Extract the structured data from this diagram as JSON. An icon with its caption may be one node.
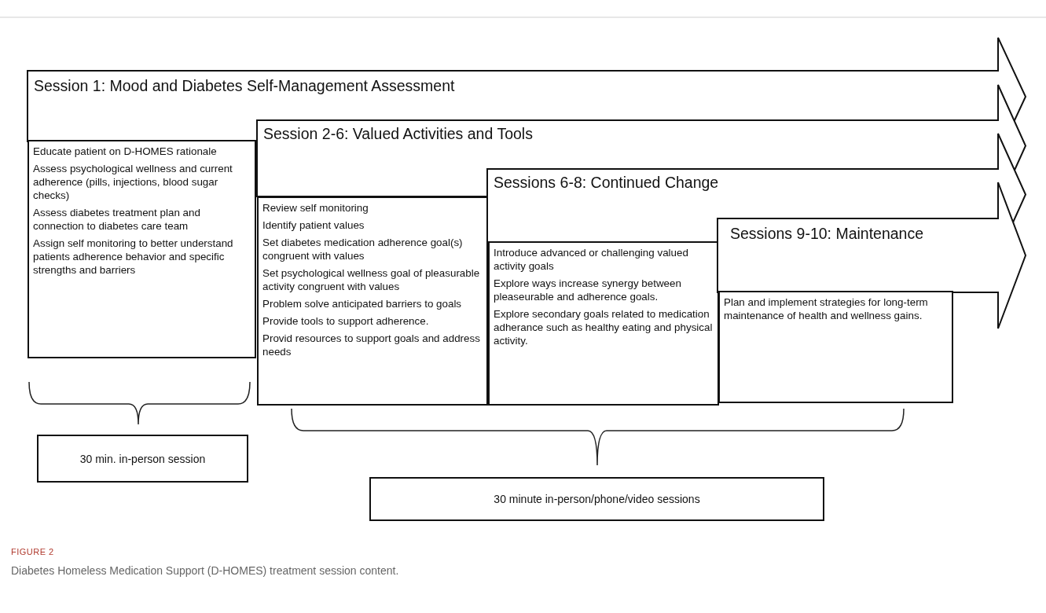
{
  "diagram": {
    "caption": "Diabetes Homeless Medication Support (D-HOMES) treatment session content.",
    "nodes": [
      {
        "text": [
          "Session 1: Mood and Diabetes Self-Management Assessment"
        ]
      },
      {
        "text": [
          "Educate patient on D-HOMES rationale",
          "Assess psychological wellness and current adherence (pills, injections, blood sugar checks)",
          "Assess diabetes treatment plan and connection to diabetes care team",
          "Assign self monitoring to better understand patients adherence behavior and specific strengths and barriers"
        ]
      },
      {
        "text": [
          "Session 2-6: Valued Activities and Tools"
        ]
      },
      {
        "text": [
          "Review self monitoring",
          "Identify patient values",
          "Set diabetes medication adherence goal(s) congruent with values",
          "Set psychological wellness goal of pleasurable activity congruent with values",
          "Problem solve anticipated barriers to goals",
          "Provide tools to support adherence.",
          "Provid resources to support goals and address needs"
        ]
      },
      {
        "text": [
          "Sessions 6-8: Continued Change"
        ]
      },
      {
        "text": [
          "Introduce advanced or challenging valued activity goals",
          "Explore ways increase synergy between pleaseurable and adherence goals.",
          "Explore secondary goals related to medication adherance such as healthy eating and physical activity."
        ]
      },
      {
        "text": [
          "Sessions 9-10: Maintenance"
        ]
      },
      {
        "text": [
          "Plan and implement strategies for long-term maintenance of health and wellness gains."
        ]
      },
      {
        "text": [
          "30 min. in-person session"
        ]
      },
      {
        "text": [
          "30 minute in-person/phone/video sessions"
        ]
      }
    ],
    "labels": [
      "FIGURE 2"
    ]
  }
}
